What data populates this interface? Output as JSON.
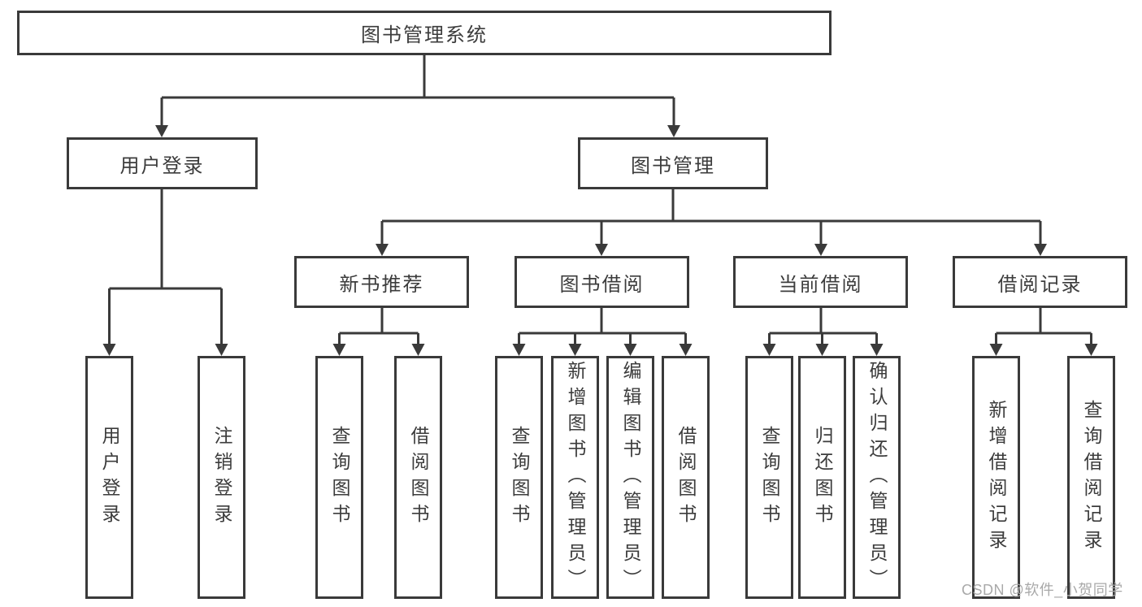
{
  "diagram": {
    "root": {
      "label": "图书管理系统"
    },
    "branches": [
      {
        "label": "用户登录",
        "children": [
          {
            "label": "用户登录"
          },
          {
            "label": "注销登录"
          }
        ]
      },
      {
        "label": "图书管理",
        "children": [
          {
            "label": "新书推荐",
            "children": [
              {
                "label": "查询图书"
              },
              {
                "label": "借阅图书"
              }
            ]
          },
          {
            "label": "图书借阅",
            "children": [
              {
                "label": "查询图书"
              },
              {
                "label": "新增图书（管理员）"
              },
              {
                "label": "编辑图书（管理员）"
              },
              {
                "label": "借阅图书"
              }
            ]
          },
          {
            "label": "当前借阅",
            "children": [
              {
                "label": "查询图书"
              },
              {
                "label": "归还图书"
              },
              {
                "label": "确认归还（管理员）"
              }
            ]
          },
          {
            "label": "借阅记录",
            "children": [
              {
                "label": "新增借阅记录"
              },
              {
                "label": "查询借阅记录"
              }
            ]
          }
        ]
      }
    ]
  },
  "watermark": {
    "text": "CSDN @软件_小贺同学"
  },
  "colors": {
    "line": "#3a3a3a",
    "text": "#3c3c3c",
    "box_background": "#ffffff",
    "watermark": "#a9a9a9"
  }
}
